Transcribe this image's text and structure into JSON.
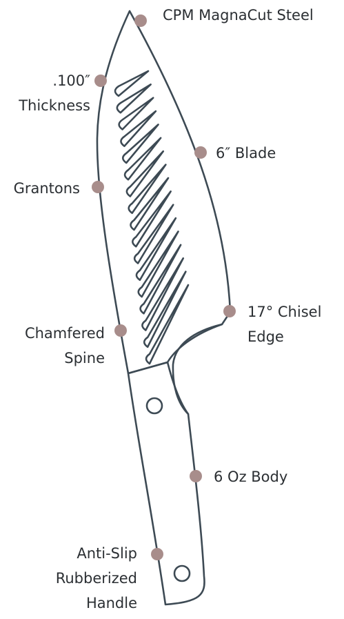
{
  "colors": {
    "outline": "#3d4a54",
    "dot": "#a88d8b",
    "text": "#2b2f33"
  },
  "labels": {
    "steel": [
      "CPM MagnaCut Steel"
    ],
    "thickness": [
      ".100″",
      "Thickness"
    ],
    "blade": [
      "6″ Blade"
    ],
    "grantons": [
      "Grantons"
    ],
    "edge": [
      "17° Chisel",
      "Edge"
    ],
    "spine": [
      "Chamfered",
      "Spine"
    ],
    "body": [
      "6 Oz Body"
    ],
    "handle": [
      "Anti-Slip",
      "Rubberized",
      "Handle"
    ]
  }
}
